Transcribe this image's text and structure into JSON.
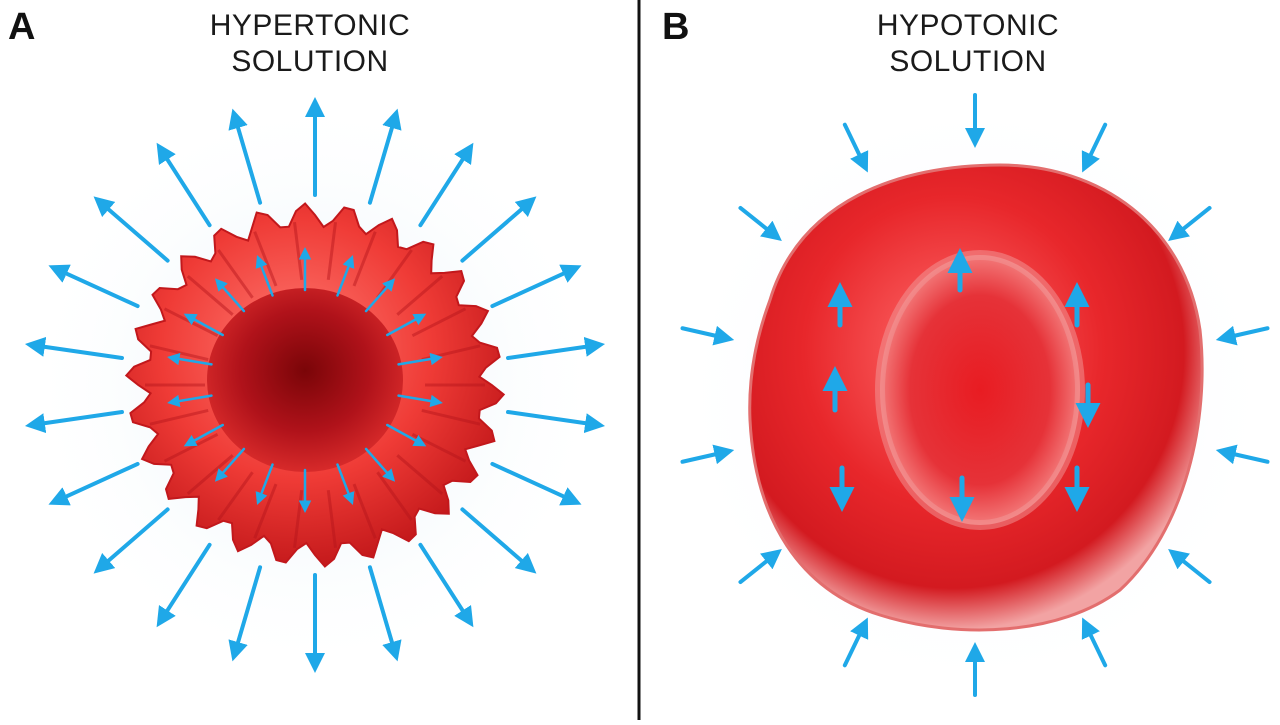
{
  "panels": [
    {
      "letter": "A",
      "title_line1": "HYPERTONIC",
      "title_line2": "SOLUTION",
      "cell_state": "shrunken crenated cell",
      "water_flow": "outward"
    },
    {
      "letter": "B",
      "title_line1": "HYPOTONIC",
      "title_line2": "SOLUTION",
      "cell_state": "swollen cell",
      "water_flow": "inward"
    }
  ],
  "colors": {
    "cell_red": "#e8272b",
    "cell_dark": "#9e0d12",
    "cell_light": "#f56a6a",
    "arrow_blue": "#1fa8e8",
    "divider": "#111111",
    "background": "#ffffff"
  }
}
